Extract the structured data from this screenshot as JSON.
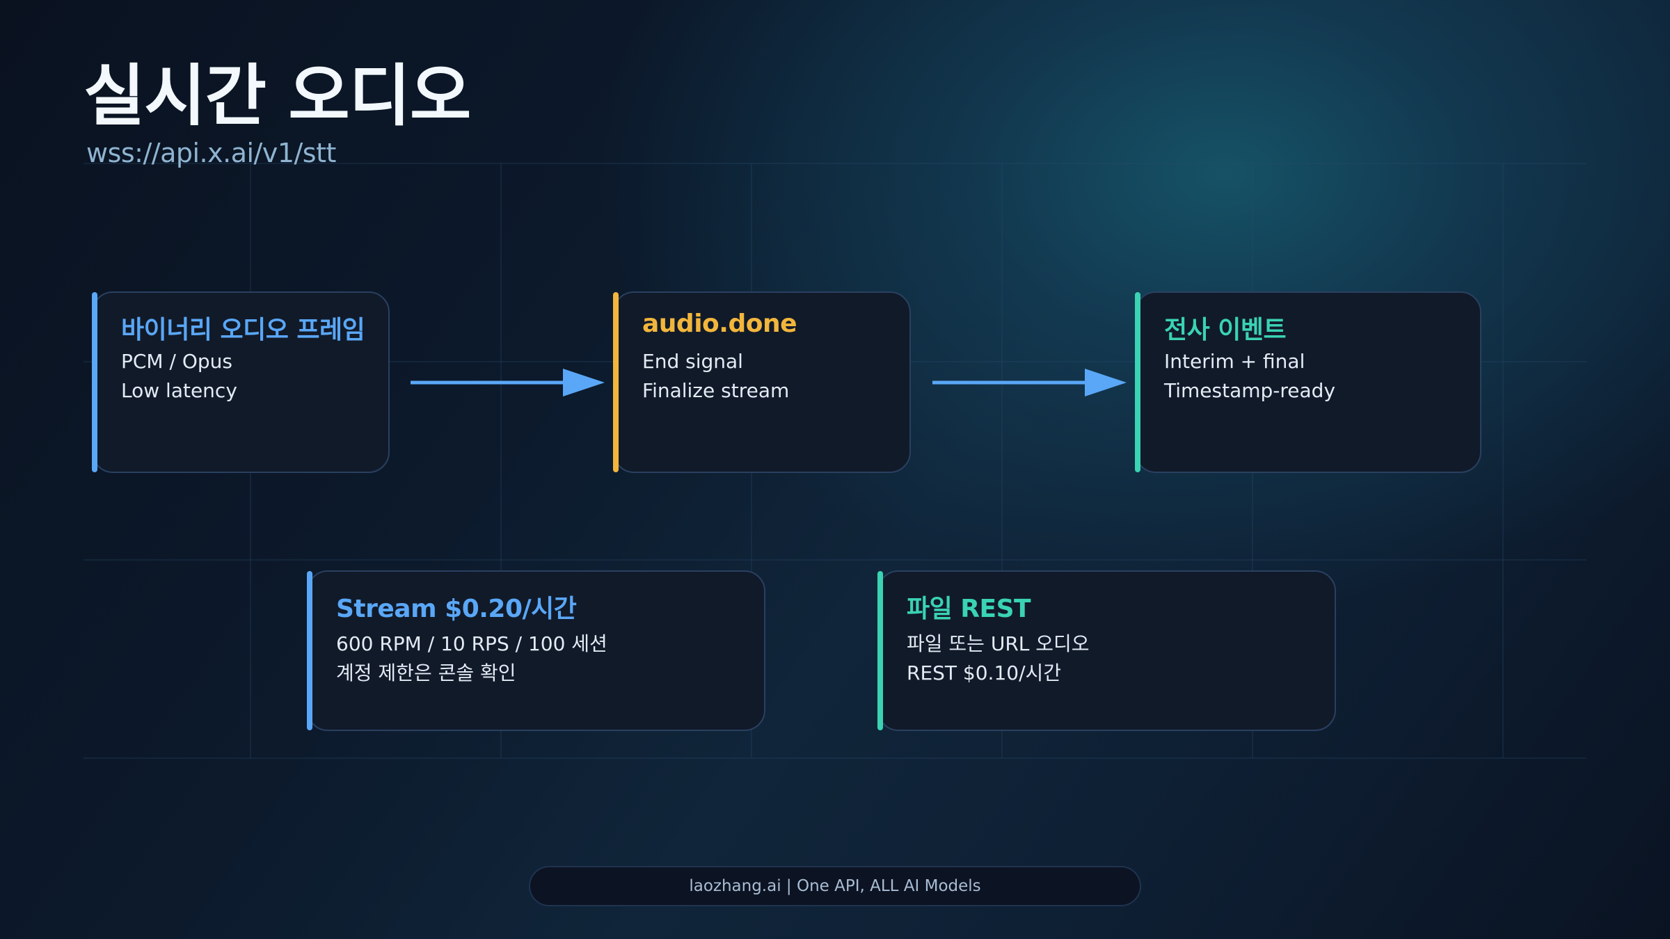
{
  "header": {
    "title": "실시간 오디오",
    "subtitle": "wss://api.x.ai/v1/stt"
  },
  "colors": {
    "blue": "#5aa7f7",
    "yellow": "#f2b63c",
    "teal": "#3ad3b3",
    "card_bg": "#111a29",
    "card_border": "#2a4060",
    "arrow": "#5aa7f7"
  },
  "flow": {
    "cards": [
      {
        "title": "바이너리 오디오 프레임",
        "lines": [
          "PCM / Opus",
          "Low latency"
        ],
        "accent": "blue"
      },
      {
        "title": "audio.done",
        "lines": [
          "End signal",
          "Finalize stream"
        ],
        "accent": "yellow"
      },
      {
        "title": "전사 이벤트",
        "lines": [
          "Interim + final",
          "Timestamp-ready"
        ],
        "accent": "teal"
      }
    ],
    "arrows": [
      {
        "from": "바이너리 오디오 프레임",
        "to": "audio.done",
        "icon": "arrow-right-icon"
      },
      {
        "from": "audio.done",
        "to": "전사 이벤트",
        "icon": "arrow-right-icon"
      }
    ]
  },
  "pricing": {
    "cards": [
      {
        "title": "Stream $0.20/시간",
        "lines": [
          "600 RPM / 10 RPS / 100 세션",
          "계정 제한은 콘솔 확인"
        ],
        "accent": "blue"
      },
      {
        "title": "파일 REST",
        "lines": [
          "파일 또는 URL 오디오",
          "REST $0.10/시간"
        ],
        "accent": "teal"
      }
    ]
  },
  "footer": {
    "text": "laozhang.ai | One API, ALL AI Models"
  }
}
